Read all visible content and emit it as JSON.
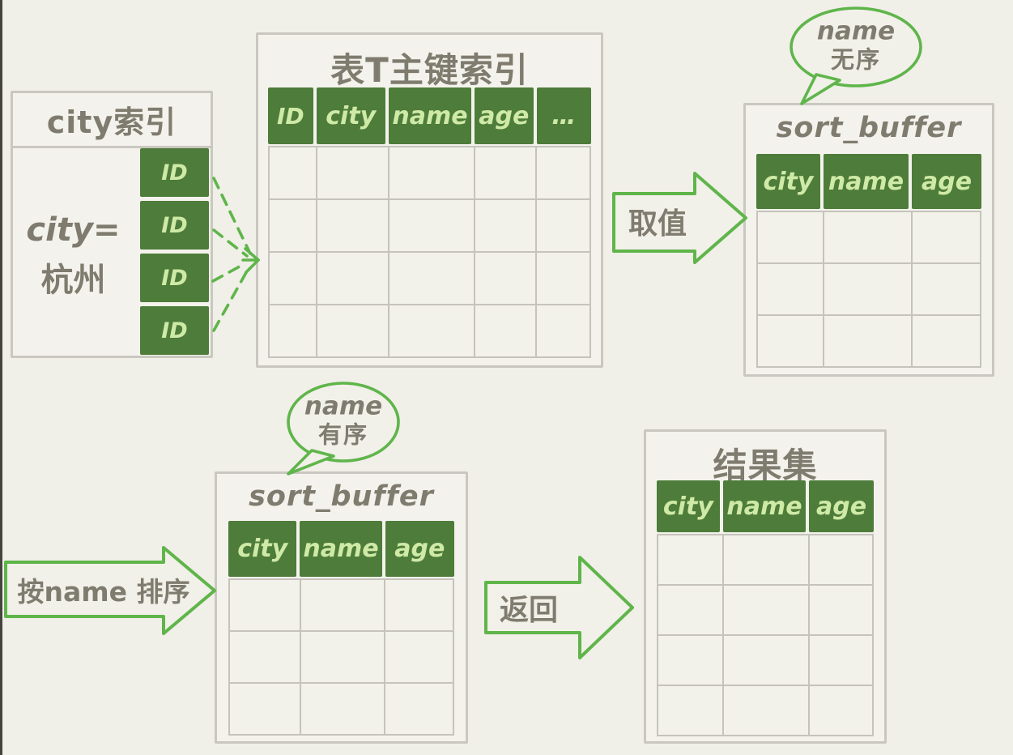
{
  "colors": {
    "background": "#f0efe8",
    "table_header_green": "#4e7c3a",
    "header_text_green": "#cfeaa6",
    "outline_green": "#5fb54a",
    "gray_text": "#7f7c6f",
    "box_border": "#c9c7bf",
    "grid_line": "#c5c3bb"
  },
  "city_index": {
    "title": "city索引",
    "filter_line1": "city=",
    "filter_line2": "杭州",
    "id_cells": [
      "ID",
      "ID",
      "ID",
      "ID"
    ]
  },
  "primary_index": {
    "title": "表T主键索引",
    "columns": [
      "ID",
      "city",
      "name",
      "age",
      "…"
    ],
    "empty_row_count": 4
  },
  "sort_buffer_top": {
    "title": "sort_buffer",
    "columns": [
      "city",
      "name",
      "age"
    ],
    "empty_row_count": 3,
    "bubble": {
      "line1": "name",
      "line2": "无序"
    }
  },
  "sort_buffer_bottom": {
    "title": "sort_buffer",
    "columns": [
      "city",
      "name",
      "age"
    ],
    "empty_row_count": 3,
    "bubble": {
      "line1": "name",
      "line2": "有序"
    }
  },
  "result_set": {
    "title": "结果集",
    "columns": [
      "city",
      "name",
      "age"
    ],
    "empty_row_count": 4
  },
  "arrows": {
    "fetch_label": "取值",
    "sort_label": "按name 排序",
    "return_label": "返回"
  }
}
